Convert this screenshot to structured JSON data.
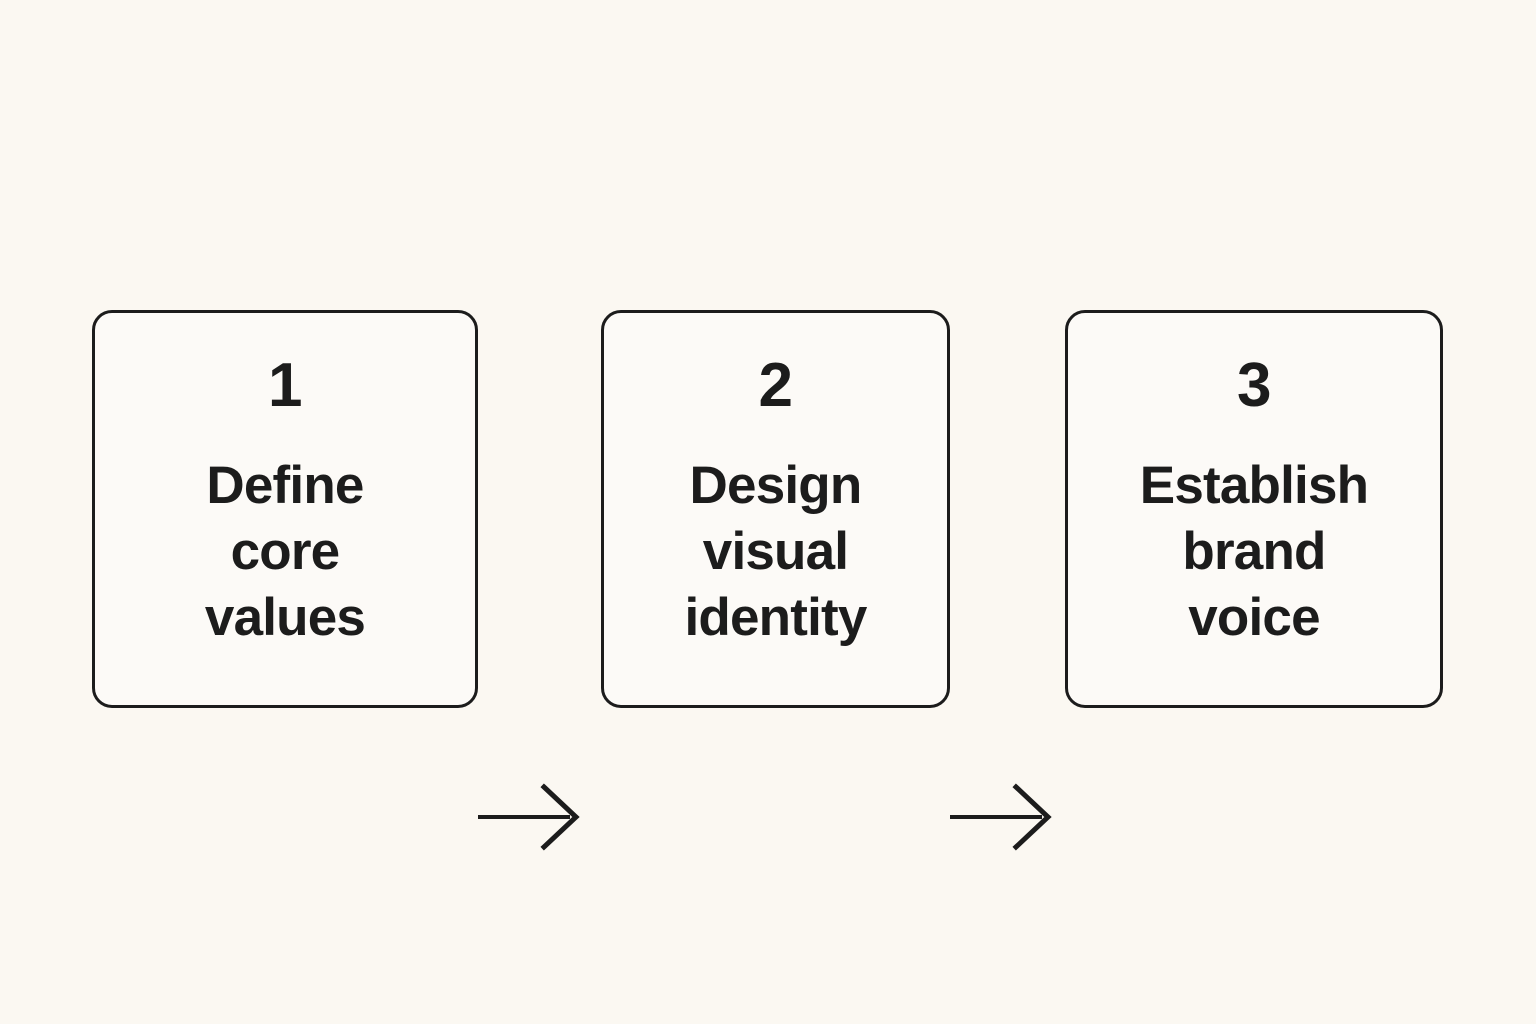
{
  "diagram": {
    "type": "process-flow",
    "title": "",
    "orientation": "horizontal",
    "background_color": "#FBF8F2",
    "box_fill_color": "#FCFAF7",
    "stroke_color": "#1C1C1C",
    "steps": [
      {
        "number": "1",
        "label": "Define\ncore\nvalues",
        "label_lines": [
          "Define",
          "core",
          "values"
        ]
      },
      {
        "number": "2",
        "label": "Design\nvisual\nidentity",
        "label_lines": [
          "Design",
          "visual",
          "identity"
        ]
      },
      {
        "number": "3",
        "label": "Establish\nbrand\nvoice",
        "label_lines": [
          "Establish",
          "brand",
          "voice"
        ]
      }
    ],
    "connectors": [
      {
        "from": "1",
        "to": "2",
        "style": "arrow-right-chevron"
      },
      {
        "from": "2",
        "to": "3",
        "style": "arrow-right-chevron"
      }
    ]
  }
}
